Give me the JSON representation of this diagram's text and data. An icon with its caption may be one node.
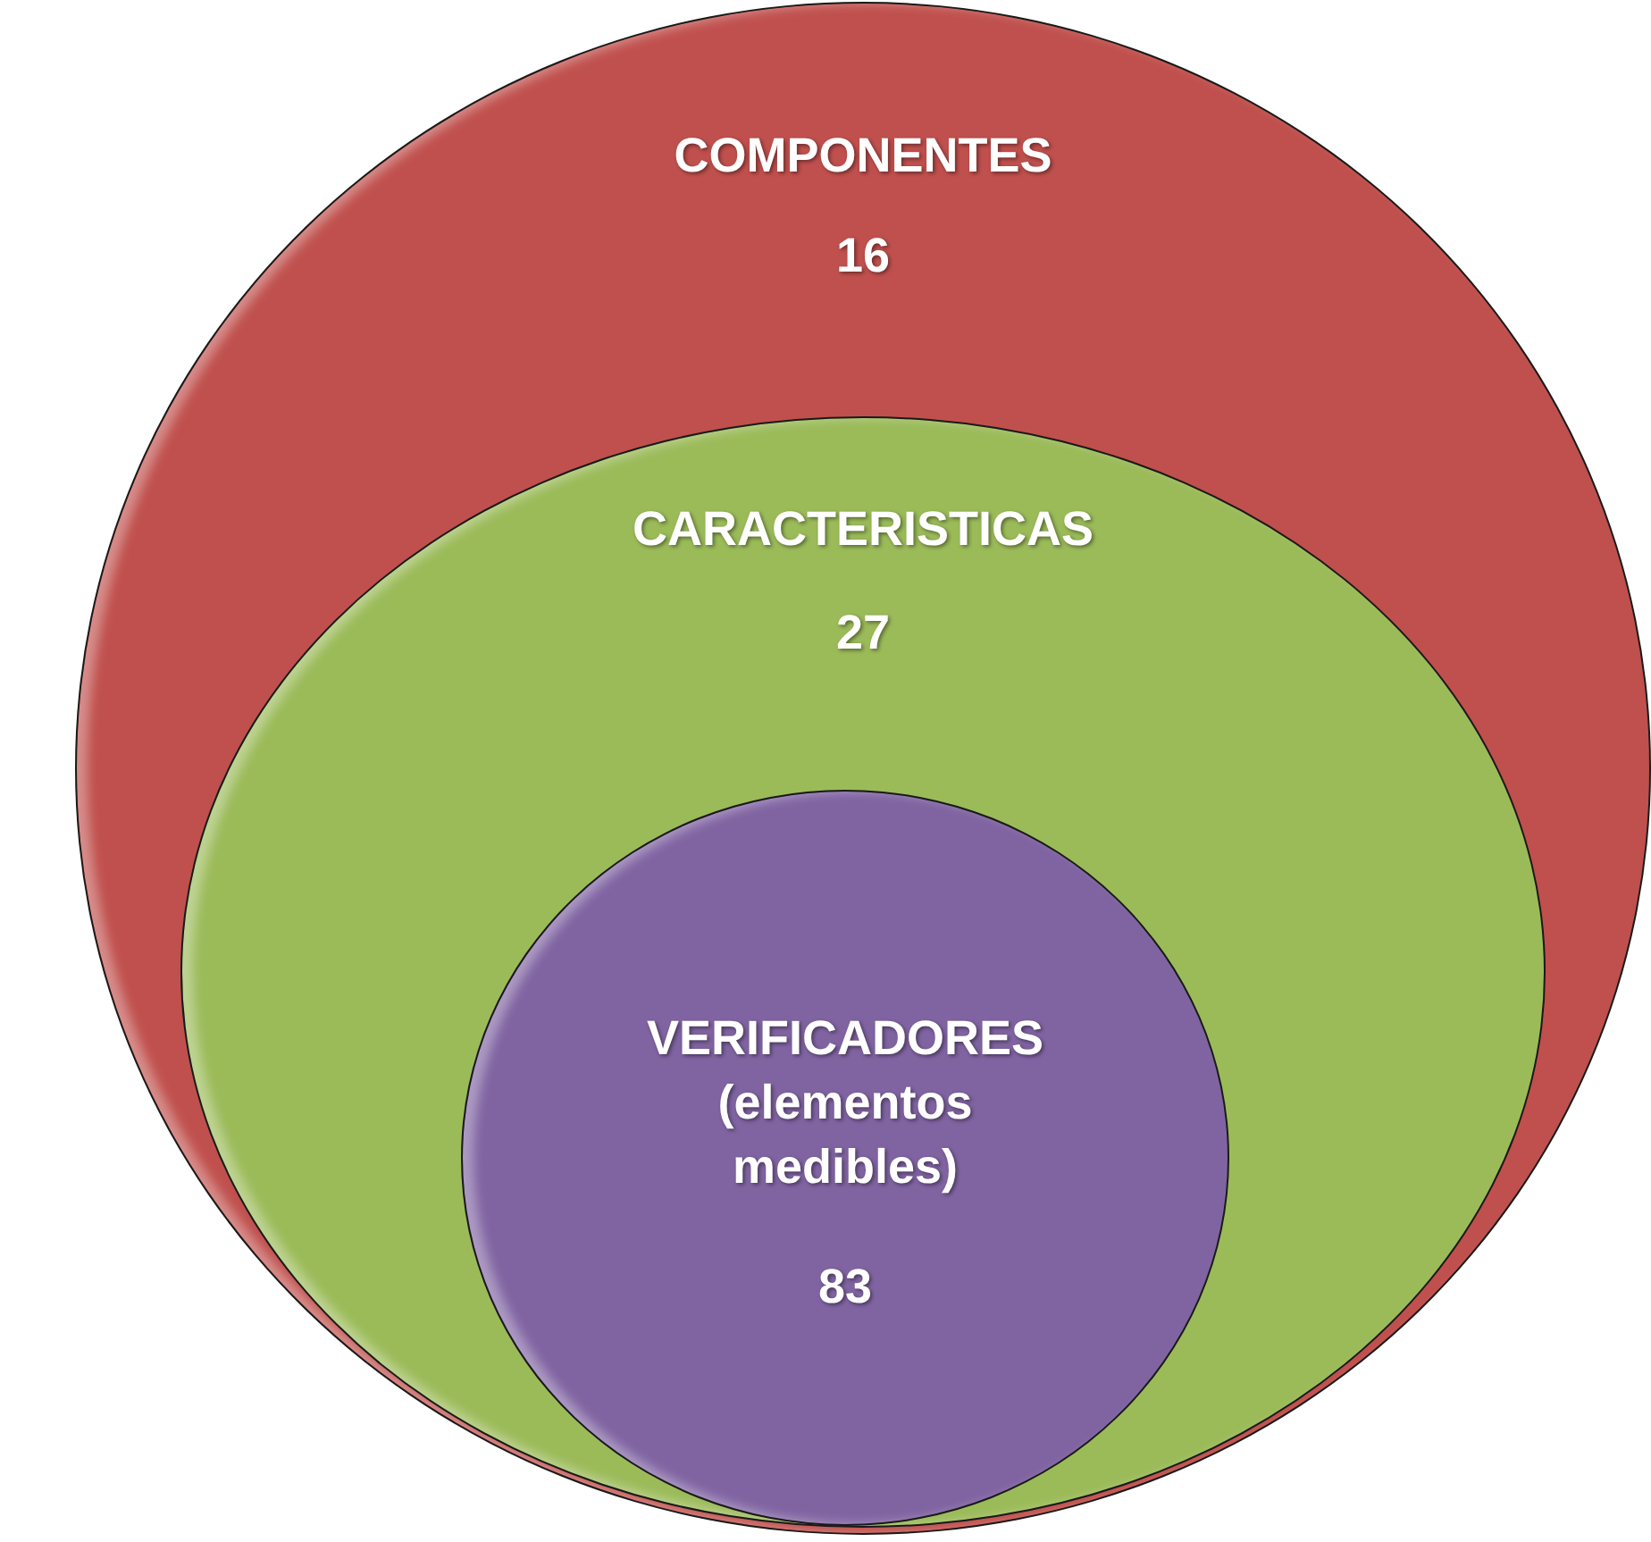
{
  "diagram": {
    "nodes": [
      {
        "text": [
          "COMPONENTES",
          "16"
        ]
      },
      {
        "text": [
          "CARACTERISTICAS",
          "27"
        ],
        "in": 0
      },
      {
        "text": [
          "VERIFICADORES (elementos medibles)",
          "83"
        ],
        "in": 1
      }
    ]
  }
}
